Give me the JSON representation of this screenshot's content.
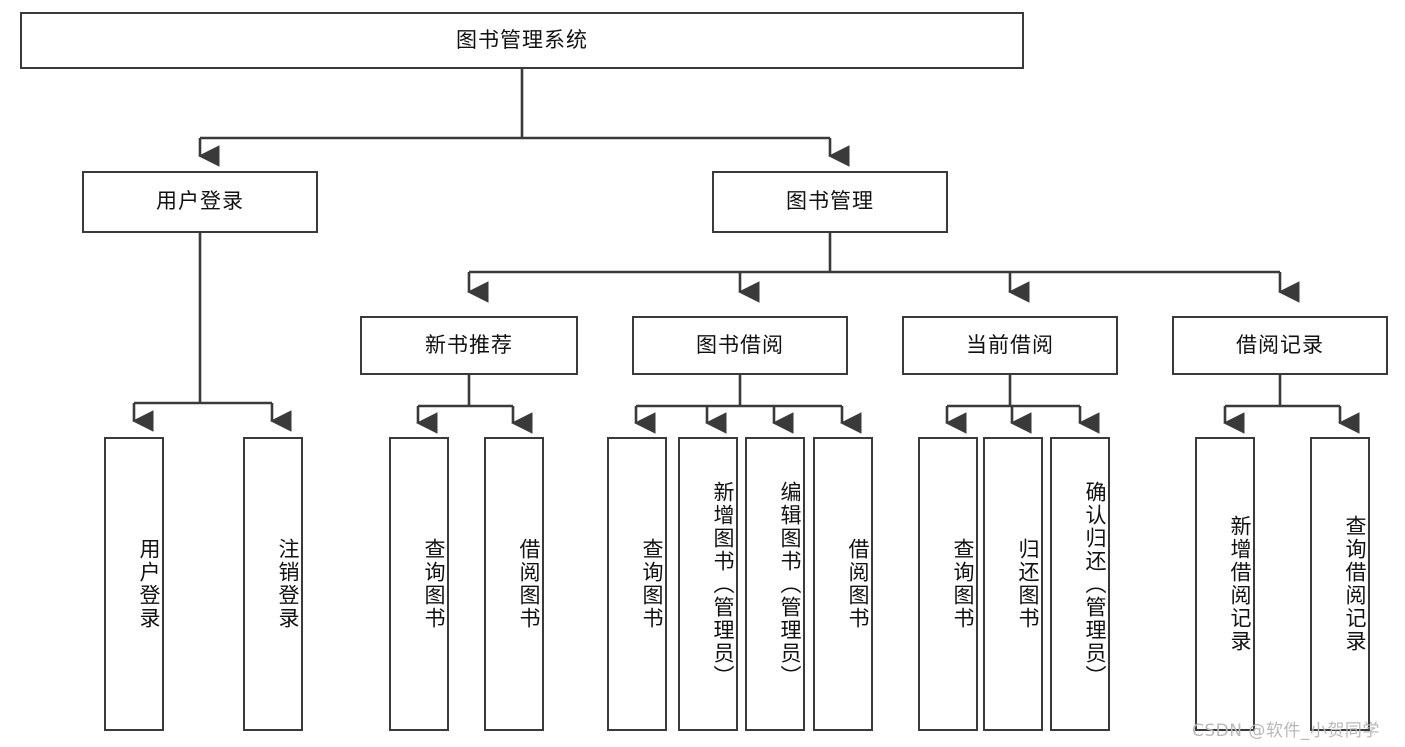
{
  "diagram": {
    "type": "tree",
    "title": "图书管理系统",
    "root": {
      "label": "图书管理系统"
    },
    "level2": [
      {
        "label": "用户登录"
      },
      {
        "label": "图书管理"
      }
    ],
    "level3": [
      {
        "label": "新书推荐"
      },
      {
        "label": "图书借阅"
      },
      {
        "label": "当前借阅"
      },
      {
        "label": "借阅记录"
      }
    ],
    "leaves": {
      "user_login": [
        {
          "label": "用户登录"
        },
        {
          "label": "注销登录"
        }
      ],
      "new_book_recommend": [
        {
          "label": "查询图书"
        },
        {
          "label": "借阅图书"
        }
      ],
      "book_borrow": [
        {
          "label": "查询图书"
        },
        {
          "label": "新增图书（管理员）"
        },
        {
          "label": "编辑图书（管理员）"
        },
        {
          "label": "借阅图书"
        }
      ],
      "current_borrow": [
        {
          "label": "查询图书"
        },
        {
          "label": "归还图书"
        },
        {
          "label": "确认归还（管理员）"
        }
      ],
      "borrow_record": [
        {
          "label": "新增借阅记录"
        },
        {
          "label": "查询借阅记录"
        }
      ]
    },
    "colors": {
      "stroke": "#3a3a3a",
      "fill": "#ffffff",
      "text": "#111111",
      "watermark": "#b9b9b9"
    }
  },
  "watermark": {
    "text": "CSDN @软件_小贺同学"
  }
}
